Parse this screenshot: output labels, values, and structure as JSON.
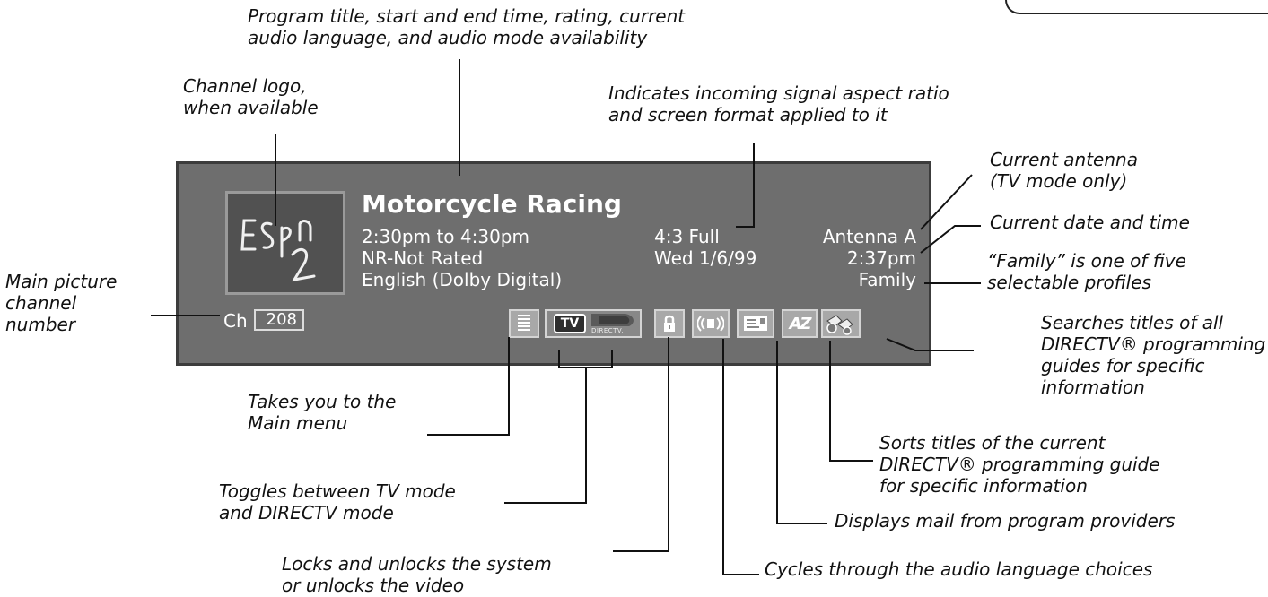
{
  "screen": {
    "program_title": "Motorcycle Racing",
    "time_range": "2:30pm to 4:30pm",
    "rating": "NR-Not Rated",
    "audio": "English (Dolby Digital)",
    "aspect": "4:3 Full",
    "date": "Wed 1/6/99",
    "antenna": "Antenna A",
    "clock": "2:37pm",
    "profile": "Family",
    "channel_label": "Ch",
    "channel_number": "208",
    "tv_label": "TV",
    "directv_label": "DIRECTV.",
    "az_label": "AZ"
  },
  "callouts": {
    "program_info": [
      "Program title, start and end time, rating, current",
      "audio language, and audio mode availability"
    ],
    "channel_logo": [
      "Channel logo,",
      "when available"
    ],
    "aspect_ratio": [
      "Indicates incoming signal aspect ratio",
      "and screen format applied to it"
    ],
    "antenna": [
      "Current antenna",
      "(TV mode only)"
    ],
    "date_time": [
      "Current date and time"
    ],
    "family": [
      "“Family” is one of five",
      " selectable profiles"
    ],
    "channel_number": [
      "Main picture",
      "channel",
      "number"
    ],
    "search": [
      "Searches titles of all",
      "DIRECTV® programming",
      "guides for specific",
      "information"
    ],
    "main_menu": [
      "Takes you to the",
      "Main menu"
    ],
    "sorts": [
      "Sorts titles of the current",
      "DIRECTV® programming guide",
      "for specific information"
    ],
    "toggle": [
      "Toggles between TV mode",
      "and DIRECTV mode"
    ],
    "mail": [
      "Displays mail from program providers"
    ],
    "lock": [
      " Locks and unlocks the system",
      "or unlocks the video"
    ],
    "audio_cycle": [
      "Cycles through the audio language choices"
    ]
  },
  "colors": {
    "panel": "#6e6e6e",
    "panel_border": "#3c3c3c",
    "button": "#a8a8a8",
    "text": "#ffffff"
  },
  "icons": [
    "menu-list-icon",
    "tv-mode-icon",
    "directv-mode-icon",
    "lock-icon",
    "audio-icon",
    "mail-icon",
    "az-sort-icon",
    "binoculars-search-icon"
  ]
}
